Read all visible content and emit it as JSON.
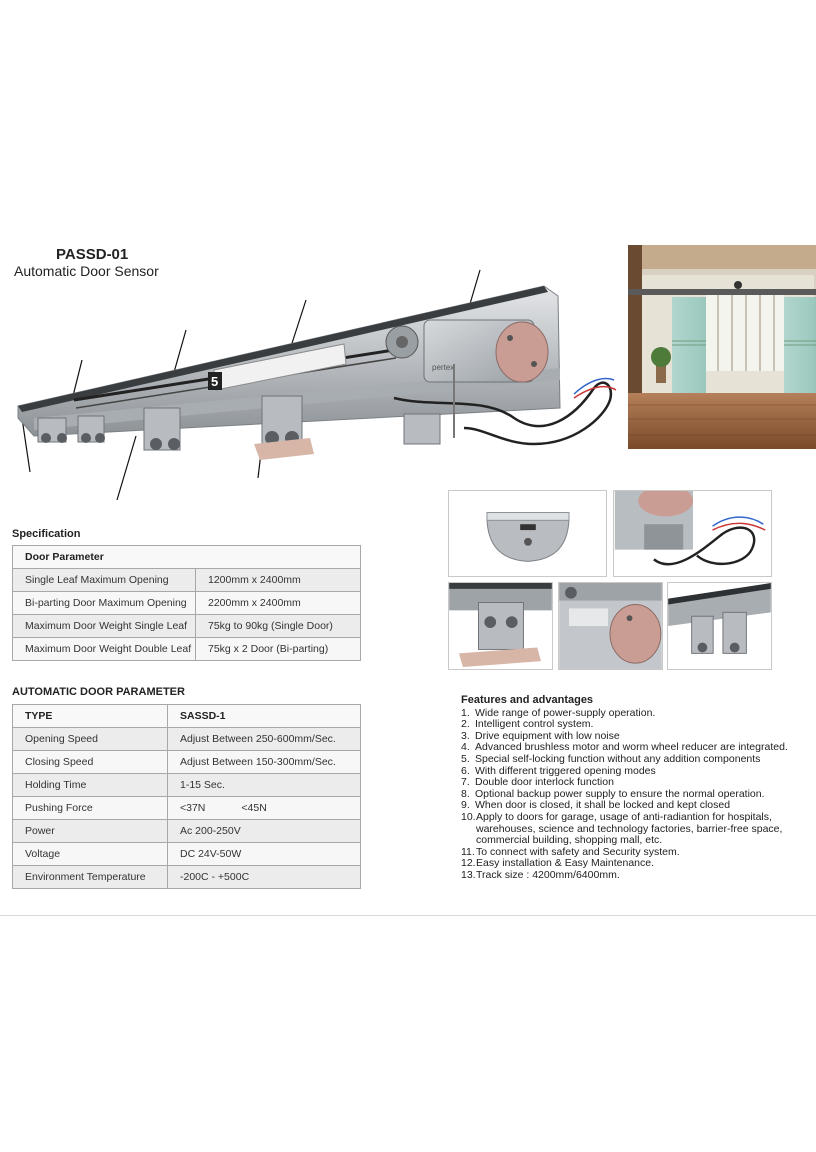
{
  "product": {
    "code": "PASSD-01",
    "name": "Automatic Door Sensor",
    "brand_label": "pertex",
    "power_label": "5"
  },
  "specification": {
    "title": "Specification",
    "header": "Door Parameter",
    "rows": [
      {
        "label": "Single Leaf Maximum Opening",
        "value": "1200mm x 2400mm"
      },
      {
        "label": "Bi-parting Door Maximum Opening",
        "value": "2200mm x 2400mm"
      },
      {
        "label": "Maximum Door Weight Single Leaf",
        "value": "75kg to 90kg (Single Door)"
      },
      {
        "label": "Maximum Door Weight Double Leaf",
        "value": "75kg x 2 Door (Bi-parting)"
      }
    ]
  },
  "automatic_door_parameter": {
    "title": "AUTOMATIC DOOR PARAMETER",
    "header_label": "TYPE",
    "header_value": "SASSD-1",
    "rows": [
      {
        "label": "Opening Speed",
        "value": "Adjust Between 250-600mm/Sec."
      },
      {
        "label": "Closing Speed",
        "value": "Adjust Between 150-300mm/Sec."
      },
      {
        "label": "Holding Time",
        "value": "1-15 Sec."
      },
      {
        "label": "Pushing Force",
        "value": "<37N",
        "value2": "<45N"
      },
      {
        "label": "Power",
        "value": "Ac 200-250V"
      },
      {
        "label": "Voltage",
        "value": "DC 24V-50W"
      },
      {
        "label": "Environment Temperature",
        "value": "-200C - +500C"
      }
    ]
  },
  "features": {
    "title": "Features and advantages",
    "items": [
      {
        "num": "1.",
        "lines": [
          "Wide range of power-supply operation."
        ]
      },
      {
        "num": "2.",
        "lines": [
          "Intelligent control system."
        ]
      },
      {
        "num": "3.",
        "lines": [
          "Drive equipment with low noise"
        ]
      },
      {
        "num": "4.",
        "lines": [
          "Advanced brushless motor and worm wheel reducer are integrated."
        ]
      },
      {
        "num": "5.",
        "lines": [
          "Special self-locking function without any addition components"
        ]
      },
      {
        "num": "6.",
        "lines": [
          "With different triggered opening modes"
        ]
      },
      {
        "num": "7.",
        "lines": [
          "Double door interlock function"
        ]
      },
      {
        "num": "8.",
        "lines": [
          "Optional backup power supply to ensure the normal operation."
        ]
      },
      {
        "num": "9.",
        "lines": [
          "When door is closed, it shall be locked and kept closed"
        ]
      },
      {
        "num": "10.",
        "lines": [
          "Apply to doors for garage, usage of anti-radiantion for hospitals,",
          "warehouses, science and technology factories, barrier-free space,",
          "commercial building, shopping mall, etc."
        ]
      },
      {
        "num": "11.",
        "lines": [
          "To connect with safety and Security system."
        ]
      },
      {
        "num": "12.",
        "lines": [
          "Easy installation & Easy Maintenance."
        ]
      },
      {
        "num": "13.",
        "lines": [
          "Track size : 4200mm/6400mm."
        ]
      }
    ]
  }
}
